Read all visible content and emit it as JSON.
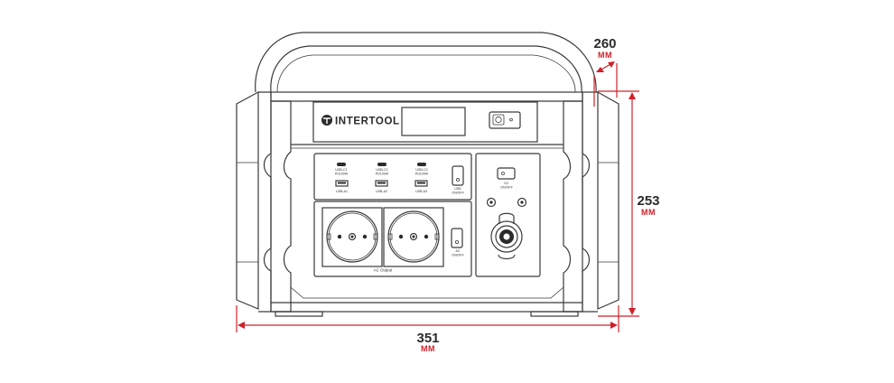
{
  "brand": {
    "name": "INTERTOOL"
  },
  "dimensions": {
    "depth": {
      "value": "260",
      "unit": "MM"
    },
    "height": {
      "value": "253",
      "unit": "MM"
    },
    "width": {
      "value": "351",
      "unit": "MM"
    }
  },
  "ports": {
    "usb_c": [
      {
        "name": "USB-C1",
        "power": "PD100W"
      },
      {
        "name": "USB-C1",
        "power": "PD100W"
      },
      {
        "name": "USB-C2",
        "power": "PD100W"
      }
    ],
    "usb_a": [
      "USB-A1",
      "USB-A2",
      "USB-A3"
    ],
    "usb_switch": {
      "line1": "USB",
      "line2": "ON/OFF"
    },
    "ac_label": "AC Output",
    "ac_switch": {
      "line1": "AC",
      "line2": "ON/OFF"
    },
    "dc_switch": {
      "line1": "DC",
      "line2": "ON/OFF"
    }
  },
  "colors": {
    "accent": "#d0202a",
    "line": "#3a3a3a"
  }
}
